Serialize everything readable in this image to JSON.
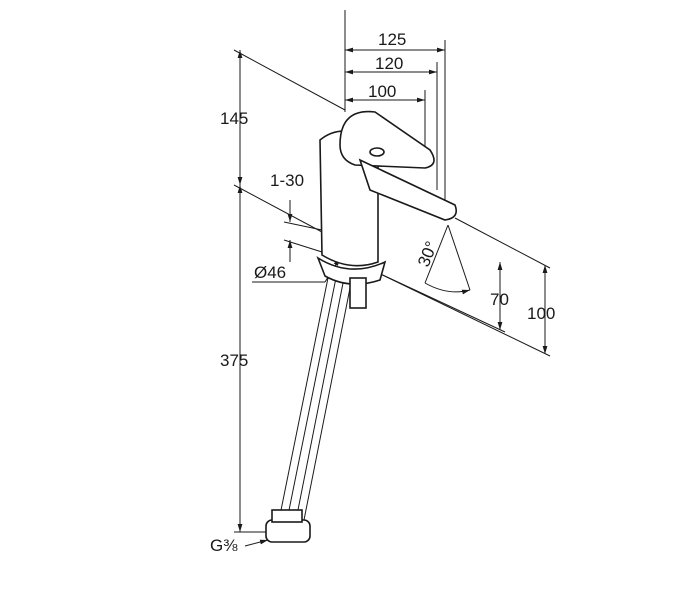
{
  "drawing": {
    "dimensions": {
      "width_125": "125",
      "width_120": "120",
      "width_100": "100",
      "height_145": "145",
      "thickness_1_30": "1-30",
      "diameter_46": "Ø46",
      "angle_30": "30°",
      "height_70": "70",
      "height_100": "100",
      "length_375": "375",
      "thread": "G⅜"
    }
  }
}
